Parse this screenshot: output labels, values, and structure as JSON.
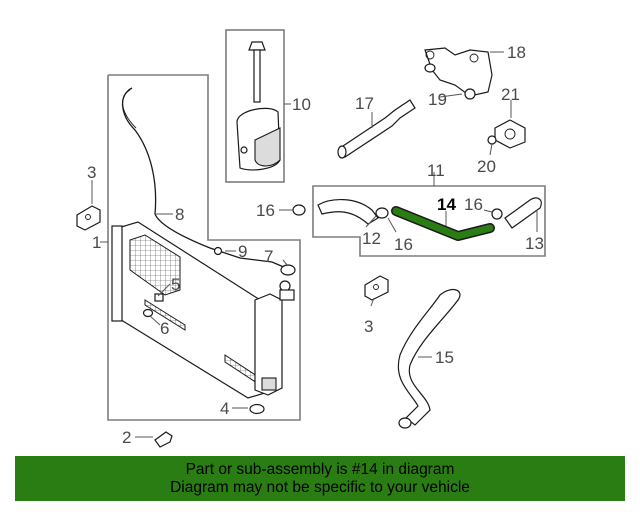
{
  "callouts": {
    "n1": "1",
    "n2": "2",
    "n3a": "3",
    "n3b": "3",
    "n4": "4",
    "n5": "5",
    "n6": "6",
    "n7": "7",
    "n8": "8",
    "n9": "9",
    "n10": "10",
    "n11": "11",
    "n12": "12",
    "n13": "13",
    "n14": "14",
    "n15": "15",
    "n16a": "16",
    "n16b": "16",
    "n16c": "16",
    "n17": "17",
    "n18": "18",
    "n19": "19",
    "n20": "20",
    "n21": "21"
  },
  "highlight": {
    "part_number": "14",
    "color": "#2a7d13"
  },
  "banner": {
    "line1": "Part or sub-assembly is #14 in diagram",
    "line2": "Diagram may not be specific to your vehicle",
    "background": "#2a7d13"
  }
}
